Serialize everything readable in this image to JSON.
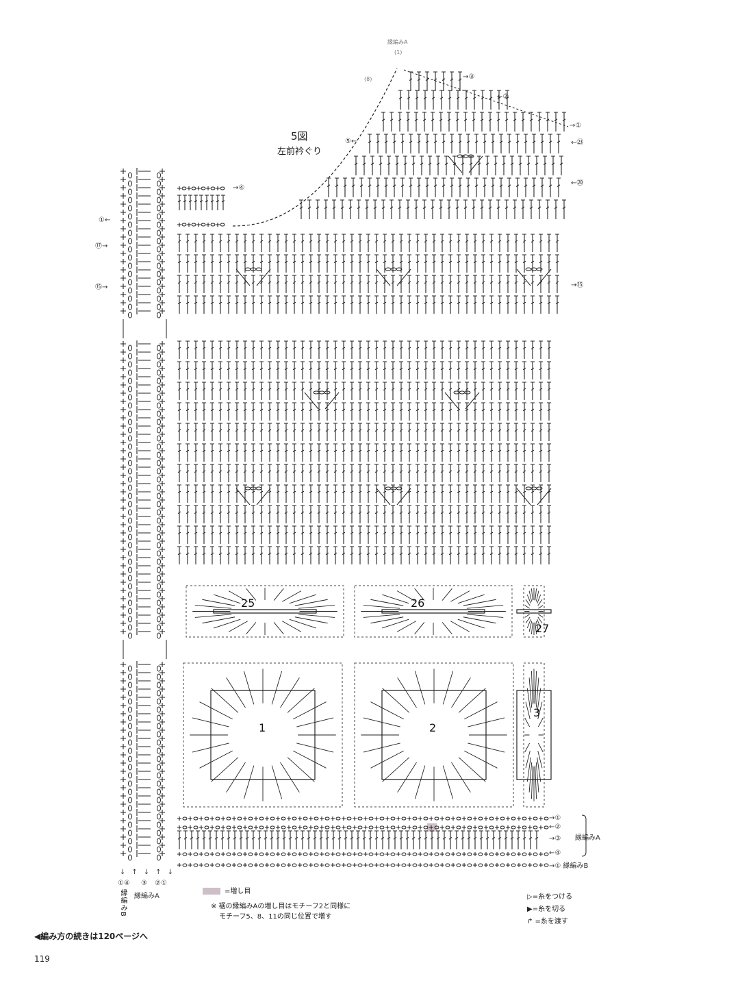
{
  "figure": {
    "title": "5図",
    "subtitle": "左前衿ぐり"
  },
  "top_labels": {
    "edge": "縁編みA",
    "edge_row": "(1)",
    "row_8": "(8)"
  },
  "row_labels_right": [
    "→③",
    "←②",
    "→①",
    "←㉓",
    "←⑳",
    "→⑮"
  ],
  "row_labels_left": [
    "⑤←",
    "①←",
    "⑰→",
    "⑮→"
  ],
  "neck_label": "→④",
  "motif_numbers": [
    "25",
    "26",
    "27",
    "1",
    "2",
    "3"
  ],
  "bottom_rows": {
    "edge_a": [
      "→①",
      "←②",
      "→③",
      "←④"
    ],
    "edge_a_label": "縁編みA",
    "edge_b": "→① 縁編みB"
  },
  "left_bottom": {
    "arrows": [
      "↓",
      "↑",
      "↓",
      "↑",
      "↓"
    ],
    "numbers": [
      "①④",
      "③",
      "②①"
    ],
    "edge_b_label": "縁編みB",
    "edge_a_label": "縁編みA"
  },
  "legend": {
    "increase": "=増し目",
    "note_line1": "※ 裾の縁編みAの増し目はモチーフ2と同様に",
    "note_line2": "モチーフ5、8、11の同じ位置で増す",
    "attach": "▷=糸をつける",
    "cut": "▶=糸を切る",
    "carry": "↱ =糸を渡す",
    "increase_color": "#cdbfc8"
  },
  "footer": {
    "continue": "◀編み方の続きは120ページへ",
    "page": "119"
  }
}
